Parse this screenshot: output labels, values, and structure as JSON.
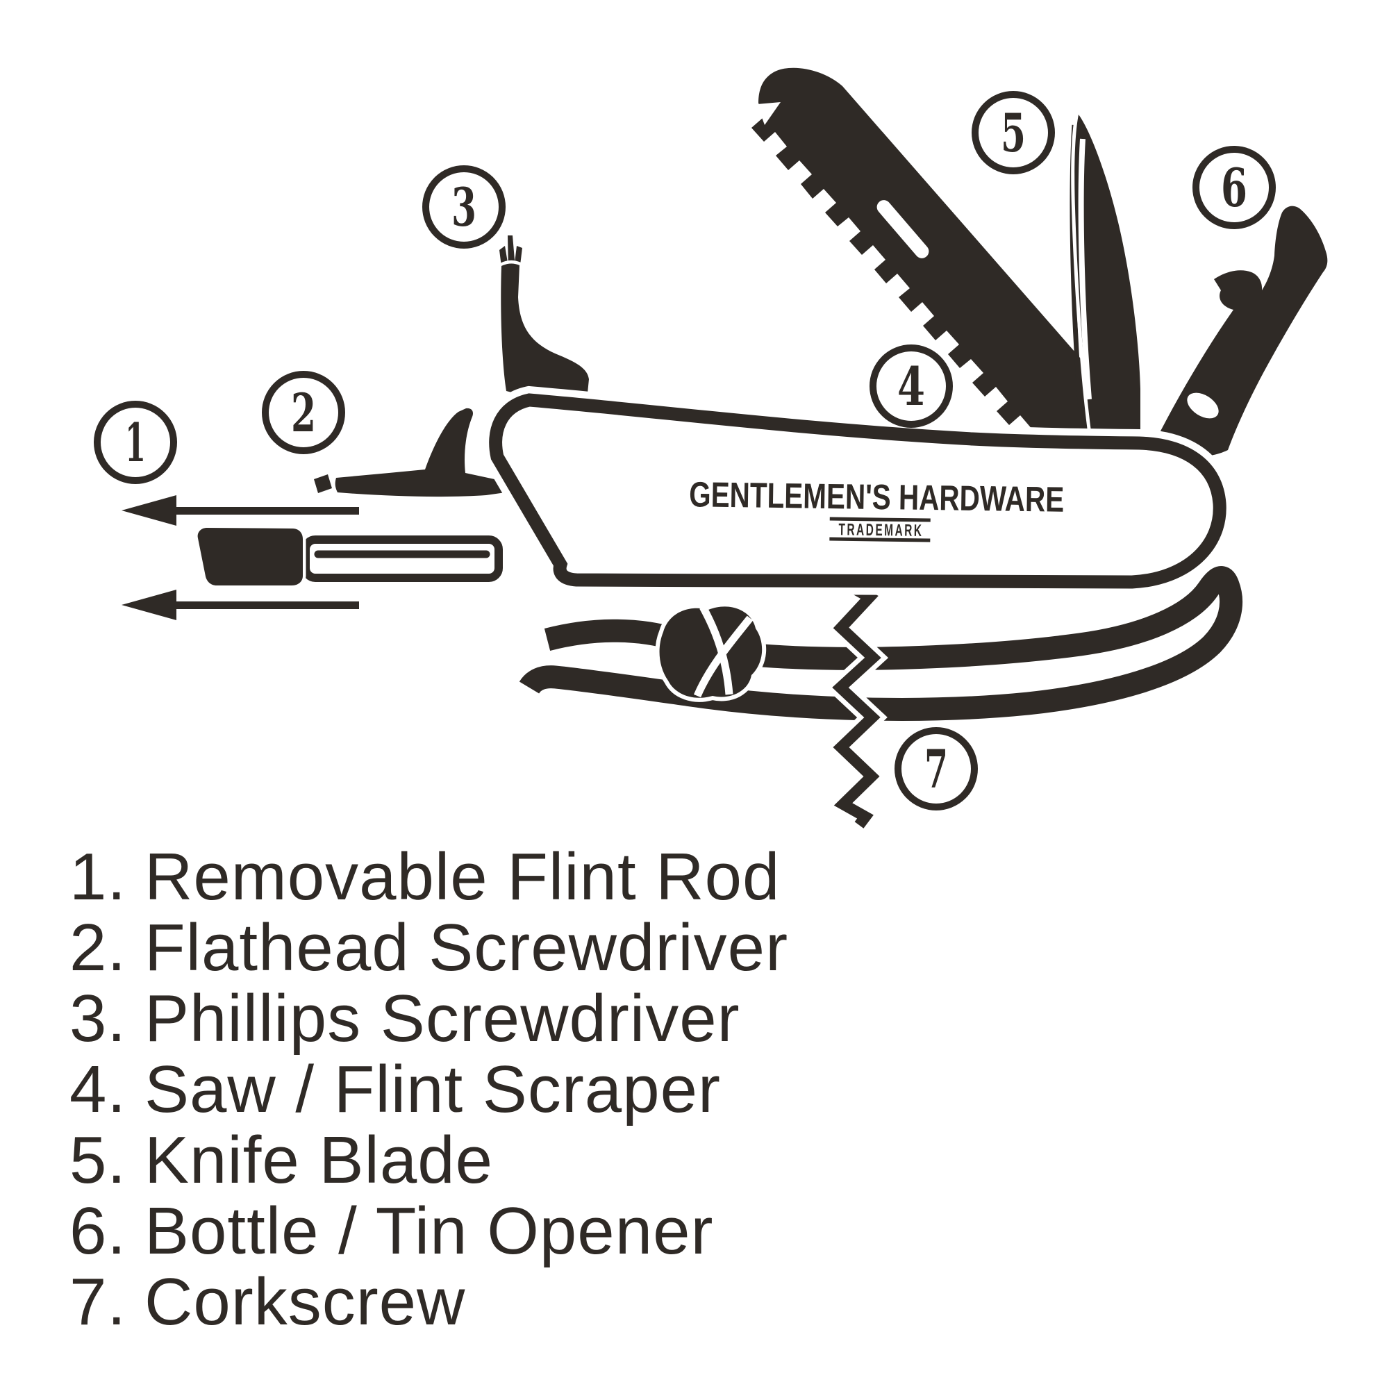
{
  "illustration": {
    "brand": "GENTLEMEN'S HARDWARE",
    "trademark": "TRADEMARK",
    "callouts": [
      {
        "number": "1"
      },
      {
        "number": "2"
      },
      {
        "number": "3"
      },
      {
        "number": "4"
      },
      {
        "number": "5"
      },
      {
        "number": "6"
      },
      {
        "number": "7"
      }
    ]
  },
  "legend": {
    "items": [
      {
        "number": "1.",
        "label": "Removable Flint Rod"
      },
      {
        "number": "2.",
        "label": "Flathead Screwdriver"
      },
      {
        "number": "3.",
        "label": "Phillips Screwdriver"
      },
      {
        "number": "4.",
        "label": "Saw / Flint Scraper"
      },
      {
        "number": "5.",
        "label": "Knife Blade"
      },
      {
        "number": "6.",
        "label": "Bottle / Tin Opener"
      },
      {
        "number": "7.",
        "label": "Corkscrew"
      }
    ]
  },
  "colors": {
    "ink": "#2f2a26",
    "background": "#ffffff"
  }
}
